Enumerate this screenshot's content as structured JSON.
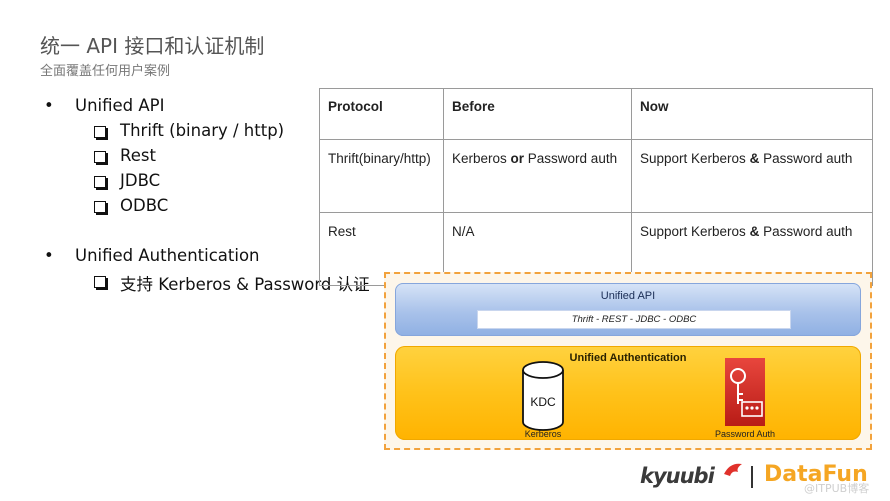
{
  "header": {
    "title": "统一 API 接口和认证机制",
    "subtitle": "全面覆盖任何用户案例"
  },
  "bullets": {
    "unified_api": {
      "label": "Unified API",
      "items": [
        "Thrift (binary / http)",
        "Rest",
        "JDBC",
        "ODBC"
      ]
    },
    "unified_auth": {
      "label": "Unified Authentication",
      "items": [
        "支持 Kerberos & Password 认证"
      ]
    },
    "bullet_glyph": "•"
  },
  "table": {
    "headers": [
      "Protocol",
      "Before",
      "Now"
    ],
    "rows": [
      {
        "protocol": "Thrift(binary/http)",
        "before_a": "Kerberos ",
        "before_b": "or",
        "before_c": " Password auth",
        "now_a": "Support Kerberos ",
        "now_b": "&",
        "now_c": " Password auth"
      },
      {
        "protocol": "Rest",
        "before_a": "N/A",
        "before_b": "",
        "before_c": "",
        "now_a": "Support Kerberos ",
        "now_b": "&",
        "now_c": " Password auth"
      }
    ]
  },
  "diagram": {
    "api_title": "Unified API",
    "api_protocols": "Thrift - REST - JDBC - ODBC",
    "auth_title": "Unified Authentication",
    "kdc_text": "KDC",
    "kdc_label": "Kerberos",
    "password_label": "Password Auth"
  },
  "footer": {
    "kyuubi": "kyuubi",
    "datafun": "DataFun",
    "watermark": "@ITPUB博客"
  },
  "colors": {
    "api_blue": "#a9c2ea",
    "auth_yellow": "#ffc21a",
    "dashed_border": "#f2a23c",
    "password_red": "#d6261f",
    "datafun_orange": "#f5a623"
  }
}
